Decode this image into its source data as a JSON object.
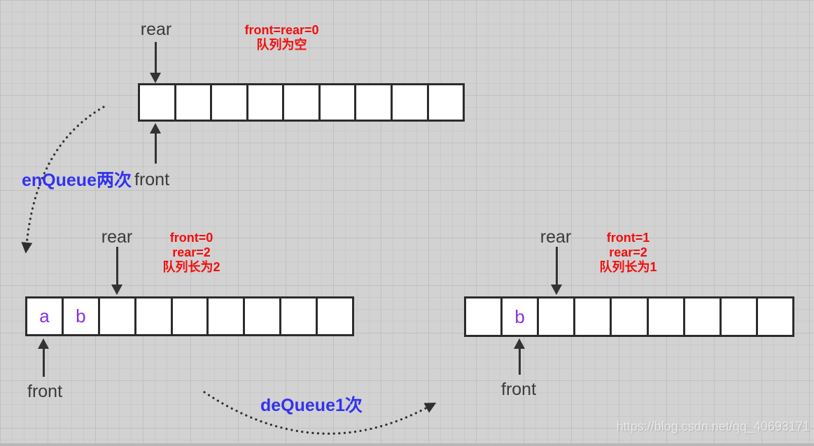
{
  "colors": {
    "note_red": "#f30d0d",
    "operation_blue": "#3232f0",
    "value_purple": "#8b2fe0",
    "arrow_ink": "#333333",
    "box_border": "#2c2c2c",
    "background": "#d2d2d2"
  },
  "stages": [
    {
      "name": "queue-empty",
      "rear_label": "rear",
      "front_label": "front",
      "note_lines": [
        "front=rear=0",
        "队列为空"
      ],
      "cells": [
        "",
        "",
        "",
        "",
        "",
        "",
        "",
        "",
        ""
      ]
    },
    {
      "name": "queue-after-enqueue",
      "rear_label": "rear",
      "front_label": "front",
      "note_lines": [
        "front=0",
        "rear=2",
        "队列长为2"
      ],
      "cells": [
        "a",
        "b",
        "",
        "",
        "",
        "",
        "",
        "",
        ""
      ]
    },
    {
      "name": "queue-after-dequeue",
      "rear_label": "rear",
      "front_label": "front",
      "note_lines": [
        "front=1",
        "rear=2",
        "队列长为1"
      ],
      "cells": [
        "",
        "b",
        "",
        "",
        "",
        "",
        "",
        "",
        ""
      ]
    }
  ],
  "operations": [
    {
      "label": "enQueue两次"
    },
    {
      "label": "deQueue1次"
    }
  ],
  "watermark": "https://blog.csdn.net/qq_40693171"
}
